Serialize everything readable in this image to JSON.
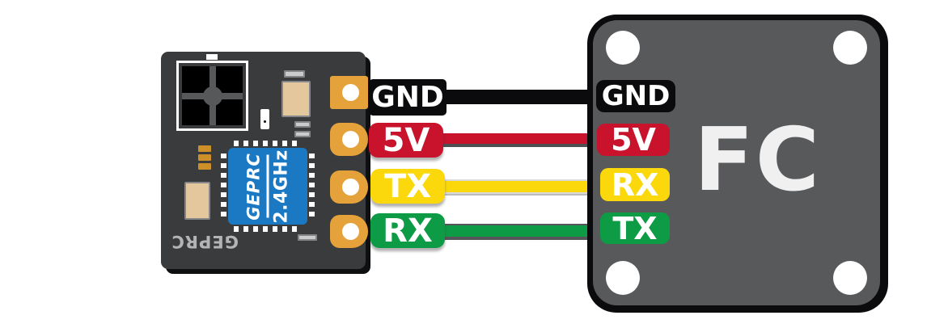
{
  "diagram": {
    "receiver": {
      "silkscreen_text": "GEPRC",
      "chip": {
        "brand": "GEPRC",
        "frequency": "2.4GHz"
      },
      "pins": [
        {
          "id": "gnd",
          "label": "GND",
          "color": "#0b0b0d"
        },
        {
          "id": "5v",
          "label": "5V",
          "color": "#c9122b"
        },
        {
          "id": "tx",
          "label": "TX",
          "color": "#fbd80b"
        },
        {
          "id": "rx",
          "label": "RX",
          "color": "#0d9b45"
        }
      ]
    },
    "fc": {
      "label": "FC",
      "pins": [
        {
          "id": "gnd",
          "label": "GND",
          "color": "#0b0b0d"
        },
        {
          "id": "5v",
          "label": "5V",
          "color": "#c9122b"
        },
        {
          "id": "rx",
          "label": "RX",
          "color": "#fbd80b"
        },
        {
          "id": "tx",
          "label": "TX",
          "color": "#0d9b45"
        }
      ]
    },
    "wires": [
      {
        "from": "GND",
        "to": "GND",
        "color": "#0b0b0d"
      },
      {
        "from": "5V",
        "to": "5V",
        "color": "#c9122b"
      },
      {
        "from": "TX",
        "to": "RX",
        "color": "#fbd80b"
      },
      {
        "from": "RX",
        "to": "TX",
        "color": "#0d9b45"
      }
    ],
    "colors": {
      "pad": "#e5a23a",
      "receiver_board": "#3a3b3d",
      "fc_board": "#58595b",
      "chip_blue": "#1b79c4"
    }
  }
}
